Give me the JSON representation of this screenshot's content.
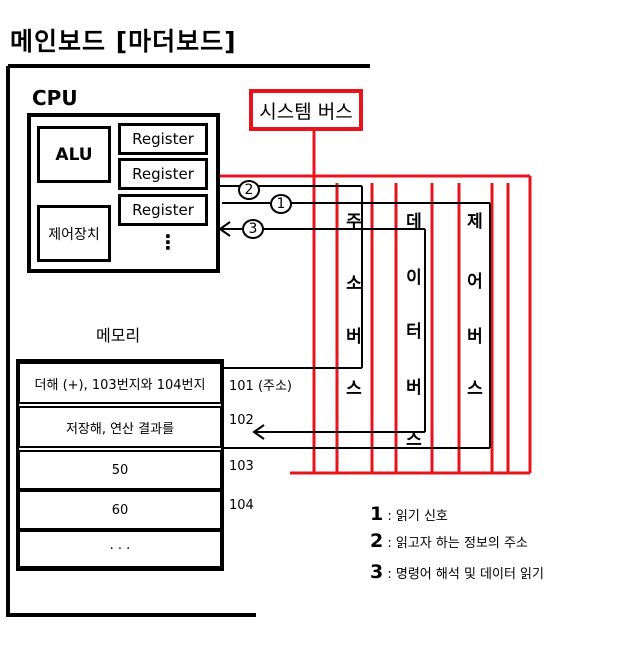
{
  "title": "메인보드 [마더보드]",
  "cpu": {
    "label": "CPU",
    "alu": "ALU",
    "control_unit": "제어장치",
    "registers": [
      "Register",
      "Register",
      "Register"
    ],
    "ellipsis": "⋮"
  },
  "system_bus": {
    "label": "시스템 버스",
    "color": "#e8141c",
    "address_bus": [
      "주",
      "소",
      "버",
      "스"
    ],
    "data_bus": [
      "데",
      "이",
      "터",
      "버",
      "스"
    ],
    "control_bus": [
      "제",
      "어",
      "버",
      "스"
    ]
  },
  "memory": {
    "label": "메모리",
    "rows": [
      {
        "text": "더해 (+), 103번지와 104번지",
        "address": "101 (주소)"
      },
      {
        "text": "저장해, 연산 결과를",
        "address": "102"
      },
      {
        "text": "50",
        "address": "103"
      },
      {
        "text": "60",
        "address": "104"
      },
      {
        "text": "· · ·",
        "address": ""
      }
    ]
  },
  "signals": [
    {
      "number": "2"
    },
    {
      "number": "1"
    },
    {
      "number": "3"
    }
  ],
  "legend": [
    {
      "number": "1",
      "text": ":  읽기 신호"
    },
    {
      "number": "2",
      "text": ":  읽고자 하는 정보의 주소"
    },
    {
      "number": "3",
      "text": ": 명령어 해석 및 데이터 읽기"
    }
  ]
}
